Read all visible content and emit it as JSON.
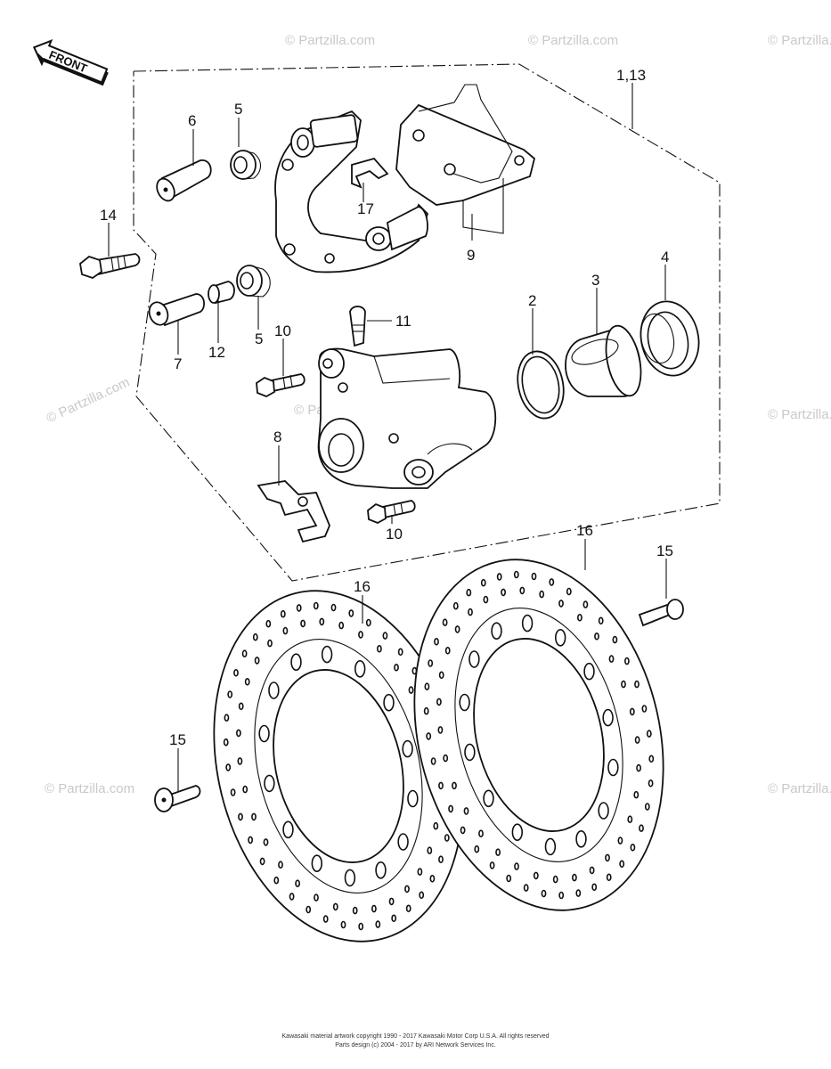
{
  "front_arrow": {
    "label": "FRONT"
  },
  "watermark": "© Partzilla.com",
  "callouts": {
    "c1_13": "1,13",
    "c2": "2",
    "c3": "3",
    "c4": "4",
    "c5a": "5",
    "c5b": "5",
    "c6": "6",
    "c7": "7",
    "c8": "8",
    "c9": "9",
    "c10a": "10",
    "c10b": "10",
    "c11": "11",
    "c12": "12",
    "c14": "14",
    "c15a": "15",
    "c15b": "15",
    "c16a": "16",
    "c16b": "16",
    "c17": "17"
  },
  "footer": {
    "line1": "Kawasaki material artwork copyright 1990 - 2017 Kawasaki Motor Corp U.S.A. All rights reserved",
    "line2": "Parts design (c) 2004 - 2017 by ARI Network Services Inc."
  }
}
